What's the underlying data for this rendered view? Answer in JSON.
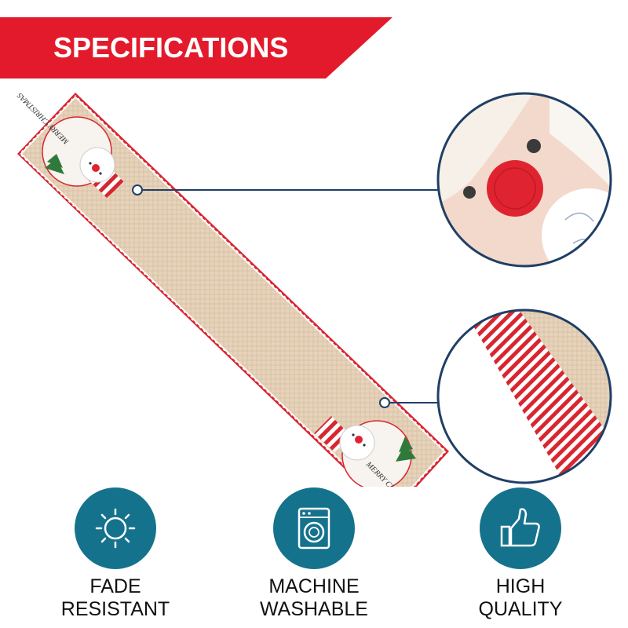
{
  "header": {
    "title": "SPECIFICATIONS"
  },
  "product": {
    "runner_text_top": "MERRY CHRISTMAS",
    "runner_text_bottom": "MERRY CHRISTMAS"
  },
  "features": [
    {
      "icon": "sun-icon",
      "line1": "FADE",
      "line2": "RESISTANT"
    },
    {
      "icon": "washing-machine-icon",
      "line1": "MACHINE",
      "line2": "WASHABLE"
    },
    {
      "icon": "thumbs-up-icon",
      "line1": "HIGH",
      "line2": "QUALITY"
    }
  ],
  "colors": {
    "banner": "#e31a2b",
    "icon_circle": "#15728c",
    "callout_line": "#1f3f66",
    "linen": "#e8d6c0",
    "trim_red": "#d82630"
  }
}
